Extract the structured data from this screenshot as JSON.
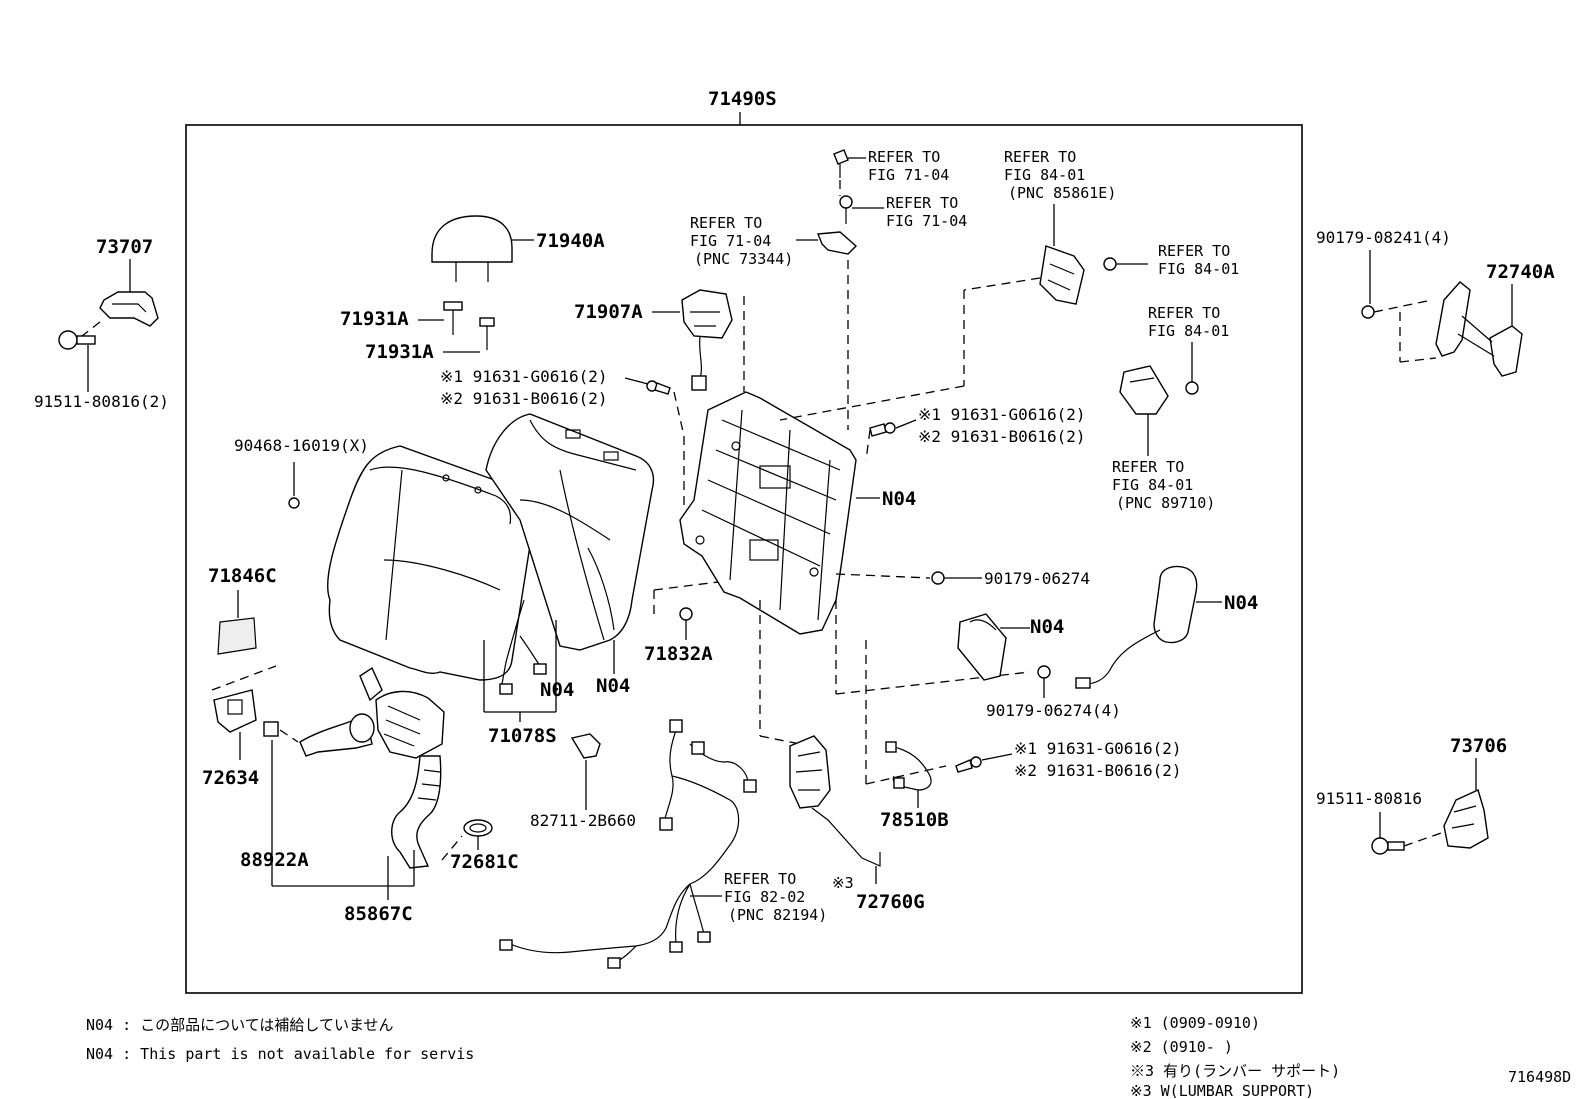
{
  "main_assembly": "71490S",
  "labels": {
    "p73707": "73707",
    "p91511_1": "91511-80816(2)",
    "p71940A": "71940A",
    "p71931A_1": "71931A",
    "p71931A_2": "71931A",
    "p71907A": "71907A",
    "p91631G_a": "※1 91631-G0616(2)",
    "p91631B_a": "※2 91631-B0616(2)",
    "p90468": "90468-16019(X)",
    "p71846C": "71846C",
    "p72634": "72634",
    "p88922A": "88922A",
    "p85867C": "85867C",
    "p72681C": "72681C",
    "p71078S": "71078S",
    "p82711": "82711-2B660",
    "p71832A": "71832A",
    "p_n04_a": "N04",
    "p_n04_b": "N04",
    "p_n04_c": "N04",
    "p_n04_d": "N04",
    "p_n04_e": "N04",
    "p91631G_b": "※1 91631-G0616(2)",
    "p91631B_b": "※2 91631-B0616(2)",
    "p90179_06274": "90179-06274",
    "p90179_06274_4": "90179-06274(4)",
    "p91631G_c": "※1 91631-G0616(2)",
    "p91631B_c": "※2 91631-B0616(2)",
    "p78510B": "78510B",
    "p72760G": "72760G",
    "star3": "※3",
    "p90179_08241": "90179-08241(4)",
    "p72740A": "72740A",
    "p73706": "73706",
    "p91511_2": "91511-80816",
    "figure_id": "716498D"
  },
  "refs": {
    "ref1": [
      "REFER TO",
      "FIG 71-04"
    ],
    "ref2": [
      "REFER TO",
      "FIG 71-04"
    ],
    "ref3": [
      "REFER TO",
      "FIG 71-04",
      "(PNC 73344)"
    ],
    "ref4": [
      "REFER TO",
      "FIG 84-01",
      "(PNC 85861E)"
    ],
    "ref5": [
      "REFER TO",
      "FIG 84-01"
    ],
    "ref6": [
      "REFER TO",
      "FIG 84-01"
    ],
    "ref7": [
      "REFER TO",
      "FIG 84-01",
      "(PNC 89710)"
    ],
    "ref8": [
      "REFER TO",
      "FIG 82-02",
      "(PNC 82194)"
    ]
  },
  "notes_left": [
    "N04 : この部品については補給していません",
    "N04 : This part is not available for servis"
  ],
  "notes_right": [
    "※1 (0909-0910)",
    "※2 (0910-      )",
    "※3 有り(ランバー サポート)",
    "※3 W(LUMBAR SUPPORT)"
  ]
}
